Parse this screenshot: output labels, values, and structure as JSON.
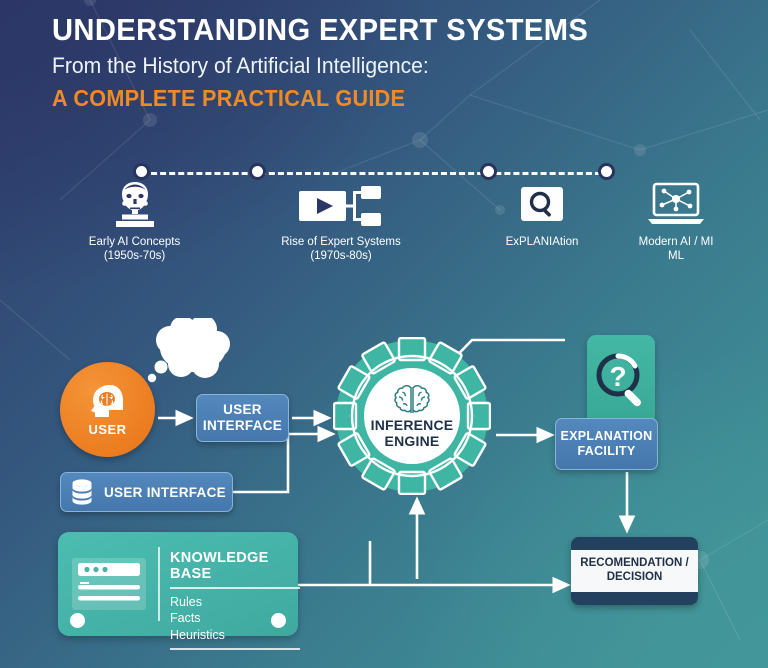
{
  "header": {
    "title": "UNDERSTANDING EXPERT SYSTEMS",
    "subtitle": "From the History of Artificial Intelligence:",
    "tagline": "A COMPLETE PRACTICAL GUIDE",
    "accent_color": "#f08a24",
    "title_color": "#ffffff"
  },
  "timeline": {
    "items": [
      {
        "icon": "philosopher-bust-icon",
        "label": "Early AI Concepts\n(1950s-70s)"
      },
      {
        "icon": "flowchart-play-icon",
        "label": "Rise of Expert Systems\n(1970s-80s)"
      },
      {
        "icon": "magnifier-box-icon",
        "label": "ExPLANIAtion"
      },
      {
        "icon": "laptop-network-icon",
        "label": "Modern AI / MI\nML"
      }
    ]
  },
  "diagram": {
    "user": {
      "label": "USER",
      "icon": "head-brain-icon",
      "color": "#ec7d20"
    },
    "user_interface_top": {
      "label": "USER\nINTERFACE",
      "color": "#4a7fb5"
    },
    "user_interface_bottom": {
      "label": "USER INTERFACE",
      "icon": "database-icon",
      "color": "#4a7fb5"
    },
    "inference_engine": {
      "label": "INFERENCE\nENGINE",
      "icon": "brain-icon",
      "color": "#3fb5a4"
    },
    "explanation_facility": {
      "label": "EXPLANATION\nFACILITY",
      "color": "#4a7fb5"
    },
    "question_badge": {
      "icon": "magnifier-question-icon",
      "glyph": "?",
      "color": "#3fb5a4"
    },
    "knowledge_base": {
      "title": "KNOWLEDGE BASE",
      "icon": "window-list-icon",
      "items": [
        "Rules",
        "Facts",
        "Heuristics"
      ],
      "color": "#45b3a8"
    },
    "recommendation": {
      "label": "RECOMENDATION /\nDECISION",
      "color": "#23415f"
    }
  },
  "background": {
    "gradient_from": "#2d3a69",
    "gradient_to": "#41989a"
  }
}
